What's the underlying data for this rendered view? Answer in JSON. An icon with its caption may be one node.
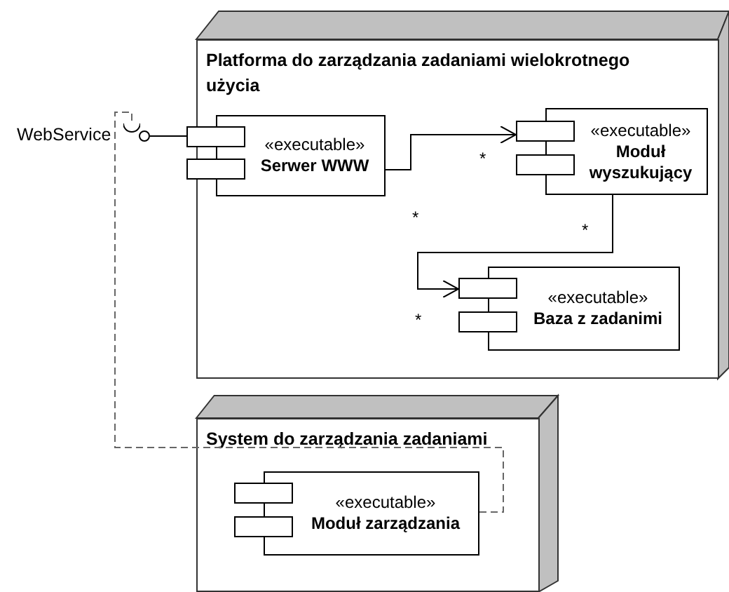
{
  "diagram": {
    "nodes": [
      {
        "text": [
          "Platforma do zarządzania zadaniami wielokrotnego użycia"
        ]
      },
      {
        "text": [
          "«executable»",
          "Serwer WWW"
        ],
        "in": 0
      },
      {
        "text": [
          "«executable»",
          "Moduł wyszukujący"
        ],
        "in": 0
      },
      {
        "text": [
          "«executable»",
          "Baza z zadanimi"
        ],
        "in": 0
      },
      {
        "text": [
          "System do zarządzania zadaniami"
        ]
      },
      {
        "text": [
          "«executable»",
          "Moduł zarządzania"
        ],
        "in": 4
      },
      {
        "text": [],
        "shape": "circle",
        "beside": [
          "WebService"
        ]
      }
    ],
    "edges": [
      {
        "from": 1,
        "to": 2,
        "arrow": "to"
      },
      {
        "from": 2,
        "to": 3,
        "arrow": "to"
      },
      {
        "from": 1,
        "to": 6,
        "arrow": "none"
      },
      {
        "from": 5,
        "to": 6,
        "arrow": "other",
        "style": "dashed",
        "color": "#666666"
      }
    ],
    "labels": [
      "*",
      "*",
      "*",
      "*"
    ]
  }
}
